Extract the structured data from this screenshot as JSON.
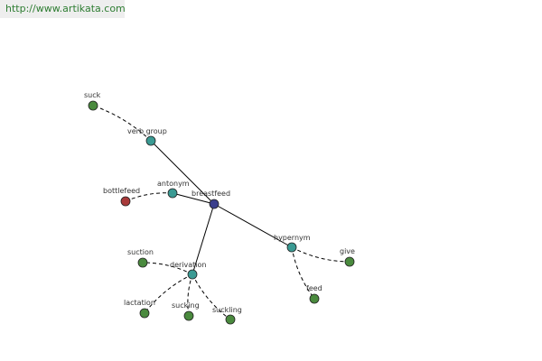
{
  "watermark": {
    "text": "http://www.artikata.com"
  },
  "colors": {
    "center": "#3b3f8c",
    "relation": "#3a9a93",
    "word": "#4a8a3e",
    "antonym_word": "#a83a3a"
  },
  "diagram": {
    "nodes": [
      {
        "id": "breastfeed",
        "label": "breastfeed",
        "kind": "center"
      },
      {
        "id": "verb-group",
        "label": "verb group",
        "kind": "relation"
      },
      {
        "id": "antonym",
        "label": "antonym",
        "kind": "relation"
      },
      {
        "id": "hypernym",
        "label": "hypernym",
        "kind": "relation"
      },
      {
        "id": "derivation",
        "label": "derivation",
        "kind": "relation"
      },
      {
        "id": "suck",
        "label": "suck",
        "kind": "word"
      },
      {
        "id": "bottlefeed",
        "label": "bottlefeed",
        "kind": "antonym_word"
      },
      {
        "id": "give",
        "label": "give",
        "kind": "word"
      },
      {
        "id": "feed",
        "label": "feed",
        "kind": "word"
      },
      {
        "id": "suction",
        "label": "suction",
        "kind": "word"
      },
      {
        "id": "lactation",
        "label": "lactation",
        "kind": "word"
      },
      {
        "id": "sucking",
        "label": "sucking",
        "kind": "word"
      },
      {
        "id": "suckling",
        "label": "suckling",
        "kind": "word"
      }
    ],
    "edges": [
      {
        "from": "breastfeed",
        "to": "verb-group",
        "style": "solid"
      },
      {
        "from": "breastfeed",
        "to": "antonym",
        "style": "solid"
      },
      {
        "from": "breastfeed",
        "to": "hypernym",
        "style": "solid"
      },
      {
        "from": "breastfeed",
        "to": "derivation",
        "style": "solid"
      },
      {
        "from": "verb-group",
        "to": "suck",
        "style": "dashed"
      },
      {
        "from": "antonym",
        "to": "bottlefeed",
        "style": "dashed"
      },
      {
        "from": "hypernym",
        "to": "give",
        "style": "dashed"
      },
      {
        "from": "hypernym",
        "to": "feed",
        "style": "dashed"
      },
      {
        "from": "derivation",
        "to": "suction",
        "style": "dashed"
      },
      {
        "from": "derivation",
        "to": "lactation",
        "style": "dashed"
      },
      {
        "from": "derivation",
        "to": "sucking",
        "style": "dashed"
      },
      {
        "from": "derivation",
        "to": "suckling",
        "style": "dashed"
      }
    ]
  }
}
